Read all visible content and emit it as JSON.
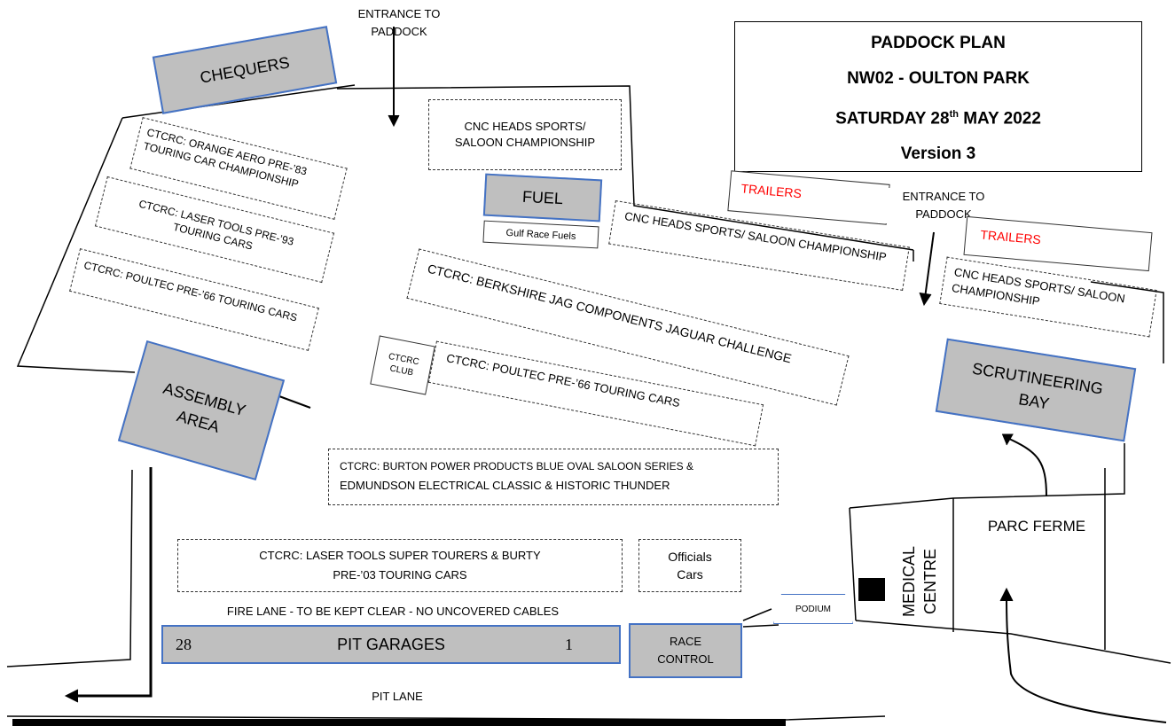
{
  "title": {
    "line1": "PADDOCK PLAN",
    "line2": "NW02 - OULTON PARK",
    "line3_day": "SATURDAY 28",
    "line3_sup": "th",
    "line3_rest": " MAY 2022",
    "line4": "Version 3"
  },
  "areas": {
    "chequers": "CHEQUERS",
    "fuel": "FUEL",
    "gulf_race_fuels": "Gulf Race Fuels",
    "assembly_area": "ASSEMBLY AREA",
    "scrutineering_bay": "SCRUTINEERING BAY",
    "race_control": "RACE CONTROL",
    "podium": "PODIUM",
    "medical_centre": "MEDICAL CENTRE",
    "parc_ferme": "PARC FERME",
    "ctcrc_club": "CTCRC CLUB",
    "officials_cars": "Officials Cars"
  },
  "entrances": {
    "top": "ENTRANCE TO PADDOCK",
    "right": "ENTRANCE TO PADDOCK"
  },
  "trailers": [
    "TRAILERS",
    "TRAILERS"
  ],
  "championships": {
    "cnc_top": "CNC HEADS SPORTS/ SALOON CHAMPIONSHIP",
    "cnc_mid": "CNC HEADS SPORTS/ SALOON CHAMPIONSHIP",
    "cnc_right": "CNC HEADS SPORTS/ SALOON CHAMPIONSHIP",
    "orange_aero": "CTCRC: ORANGE AERO PRE-’83 TOURING CAR CHAMPIONSHIP",
    "laser_tools_93": "CTCRC: LASER TOOLS PRE-’93 TOURING CARS",
    "poultec_left": "CTCRC: POULTEC PRE-’66 TOURING CARS",
    "berkshire_jag": "CTCRC: BERKSHIRE JAG COMPONENTS JAGUAR CHALLENGE",
    "poultec_center": "CTCRC: POULTEC PRE-’66 TOURING CARS",
    "burton_line1": "CTCRC: BURTON POWER PRODUCTS BLUE OVAL SALOON SERIES &",
    "burton_line2": "EDMUNDSON ELECTRICAL CLASSIC & HISTORIC THUNDER",
    "laser_tools_03": "CTCRC: LASER TOOLS SUPER TOURERS & BURTY PRE-’03 TOURING CARS"
  },
  "fire_lane": "FIRE LANE - TO BE KEPT CLEAR - NO UNCOVERED CABLES",
  "pit_garages": {
    "label": "PIT GARAGES",
    "first": "28",
    "last": "1"
  },
  "pit_lane": "PIT LANE",
  "colors": {
    "zone_fill": "#bfbfbf",
    "zone_border": "#4472c4",
    "trailers_text": "#ff0000"
  }
}
